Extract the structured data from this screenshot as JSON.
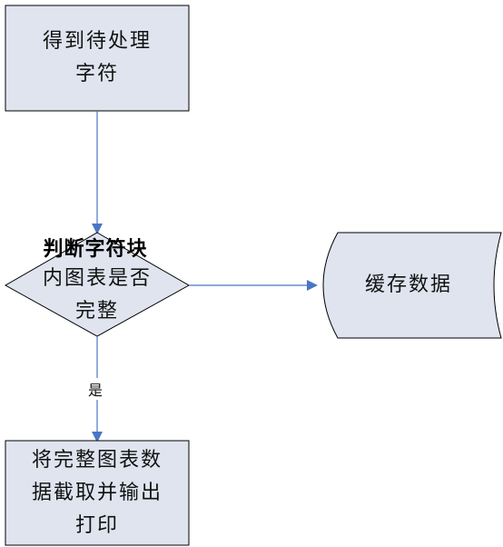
{
  "nodes": {
    "start": {
      "lines": [
        "得到待处理",
        "字符"
      ]
    },
    "decision": {
      "overflow_line": "判断字符块",
      "lines": [
        "内图表是否",
        "完整"
      ]
    },
    "storage": {
      "label": "缓存数据"
    },
    "end": {
      "lines": [
        "将完整图表数",
        "据截取并输出",
        "打印"
      ]
    }
  },
  "edges": {
    "yes_label": "是"
  },
  "colors": {
    "box_fill": "#dfe4ef",
    "box_stroke": "#000000",
    "arrow": "#4a76c4"
  }
}
